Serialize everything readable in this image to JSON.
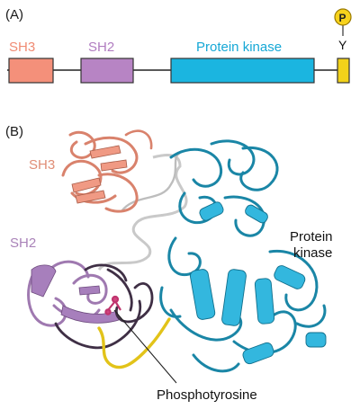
{
  "panel_a": {
    "label": "(A)",
    "domains": [
      {
        "name": "SH3",
        "color": "#f4907a"
      },
      {
        "name": "SH2",
        "color": "#b07cc0"
      },
      {
        "name": "Protein kinase",
        "color": "#1bb5e0"
      }
    ],
    "tail_color": "#f2d21a",
    "phospho_badge": "P",
    "residue": "Y"
  },
  "panel_b": {
    "label": "(B)",
    "labels": {
      "sh3": "SH3",
      "sh2": "SH2",
      "kinase_line1": "Protein",
      "kinase_line2": "kinase",
      "phosphotyrosine": "Phosphotyrosine"
    },
    "colors": {
      "sh3": "#e08d76",
      "sh2": "#a982b8",
      "kinase": "#1d8fb0",
      "helix": "#33b7de",
      "linker": "#c8c8c8",
      "tail": "#e2c319",
      "dark": "#3f2f45"
    }
  }
}
